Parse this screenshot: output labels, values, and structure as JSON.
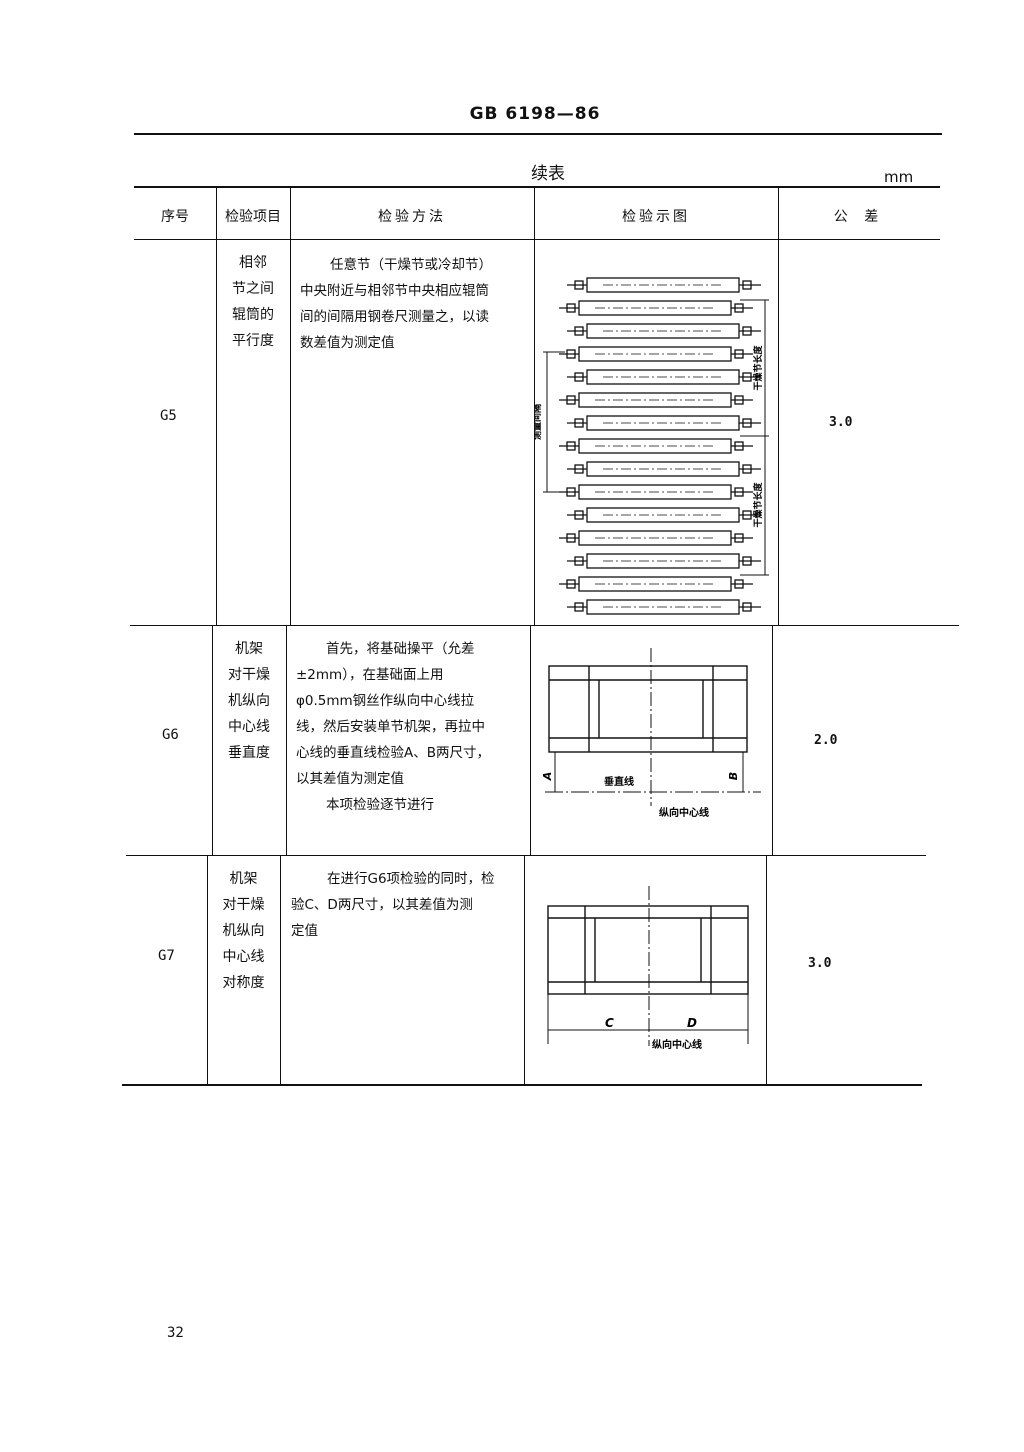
{
  "header": {
    "title": "GB 6198—86"
  },
  "caption": {
    "continued": "续表",
    "unit": "mm"
  },
  "columns": {
    "no": "序号",
    "item": "检验项目",
    "method": "检验方法",
    "figure": "检验示图",
    "tolerance": "公 差"
  },
  "rows": [
    {
      "no": "G5",
      "item": [
        "相邻",
        "节之间",
        "辊筒的",
        "平行度"
      ],
      "method": [
        "任意节（干燥节或冷却节）",
        "中央附近与相邻节中央相应辊筒",
        "间的间隔用钢卷尺测量之，以读",
        "数差值为测定值"
      ],
      "tolerance": "3.0",
      "figure_labels": {
        "measure": "测量间隔",
        "dryer_length_1": "干燥节长度",
        "dryer_length_2": "干燥节长度"
      }
    },
    {
      "no": "G6",
      "item": [
        "机架",
        "对干燥",
        "机纵向",
        "中心线",
        "垂直度"
      ],
      "method": [
        "首先，将基础操平（允差",
        "±2mm），在基础面上用",
        "φ0.5mm钢丝作纵向中心线拉",
        "线，然后安装单节机架，再拉中",
        "心线的垂直线检验A、B两尺寸，",
        "以其差值为测定值",
        "本项检验逐节进行"
      ],
      "tolerance": "2.0",
      "figure_labels": {
        "a": "A",
        "b": "B",
        "vertical": "垂直线",
        "center": "纵向中心线"
      }
    },
    {
      "no": "G7",
      "item": [
        "机架",
        "对干燥",
        "机纵向",
        "中心线",
        "对称度"
      ],
      "method": [
        "在进行G6项检验的同时，检",
        "验C、D两尺寸，以其差值为测",
        "定值"
      ],
      "tolerance": "3.0",
      "figure_labels": {
        "c": "C",
        "d": "D",
        "center": "纵向中心线"
      }
    }
  ],
  "footer": {
    "page_number": "32"
  }
}
